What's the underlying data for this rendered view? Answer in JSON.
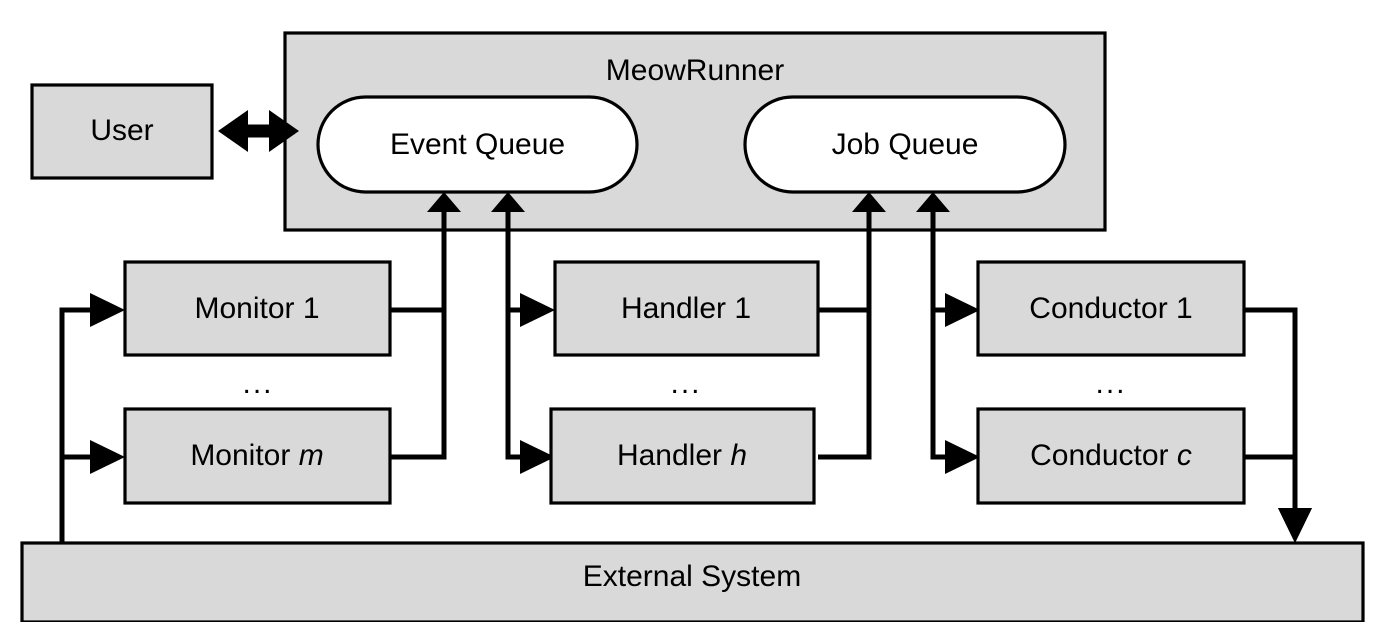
{
  "diagram": {
    "title_visible": false,
    "colors": {
      "node_fill": "#d9d9d9",
      "queue_fill": "#ffffff",
      "stroke": "#000000",
      "background": "#ffffff"
    },
    "container": {
      "label": "MeowRunner"
    },
    "user": {
      "label": "User"
    },
    "queues": [
      {
        "label": "Event Queue"
      },
      {
        "label": "Job Queue"
      }
    ],
    "columns": [
      {
        "name": "monitors",
        "first": "Monitor 1",
        "ellipsis": "...",
        "last_prefix": "Monitor ",
        "last_index": "m"
      },
      {
        "name": "handlers",
        "first": "Handler 1",
        "ellipsis": "...",
        "last_prefix": "Handler ",
        "last_index": "h"
      },
      {
        "name": "conductors",
        "first": "Conductor 1",
        "ellipsis": "...",
        "last_prefix": "Conductor ",
        "last_index": "c"
      }
    ],
    "external": {
      "label": "External System"
    }
  }
}
